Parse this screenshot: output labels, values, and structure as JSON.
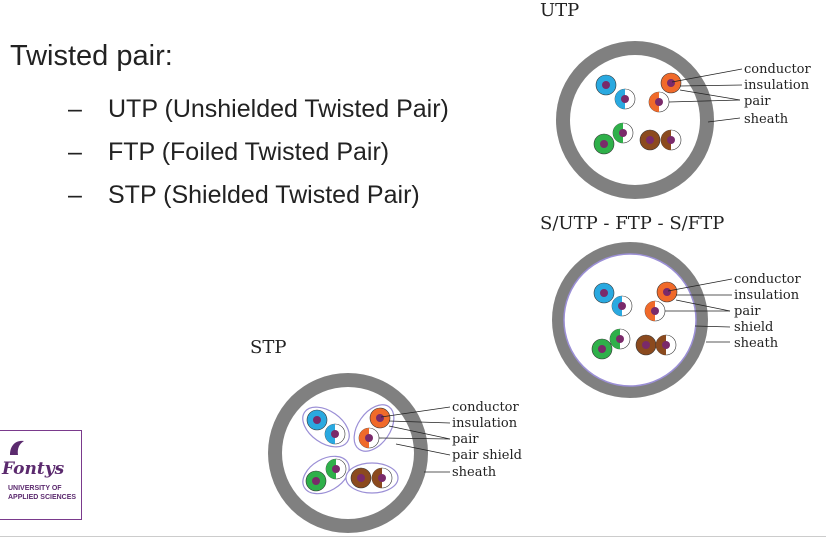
{
  "slide": {
    "title": "Twisted pair:",
    "bullets": [
      "UTP (Unshielded Twisted Pair)",
      "FTP (Foiled Twisted Pair)",
      "STP (Shielded Twisted Pair)"
    ],
    "dash": "–"
  },
  "diagrams": {
    "utp": {
      "title": "UTP",
      "labels": [
        "conductor",
        "insulation",
        "pair",
        "sheath"
      ]
    },
    "sftp": {
      "title": "S/UTP - FTP - S/FTP",
      "labels": [
        "conductor",
        "insulation",
        "pair",
        "shield",
        "sheath"
      ]
    },
    "stp": {
      "title": "STP",
      "labels": [
        "conductor",
        "insulation",
        "pair",
        "pair shield",
        "sheath"
      ]
    }
  },
  "logo": {
    "name": "Fontys",
    "sub_line1": "UNIVERSITY OF",
    "sub_line2": "APPLIED SCIENCES"
  },
  "colors": {
    "sheath": "#808080",
    "blue": "#2aa9e0",
    "orange": "#f06a2a",
    "green": "#2fb04a",
    "brown": "#8b4a1e",
    "conductor": "#7a2a6a",
    "logo": "#5b2a6e"
  }
}
